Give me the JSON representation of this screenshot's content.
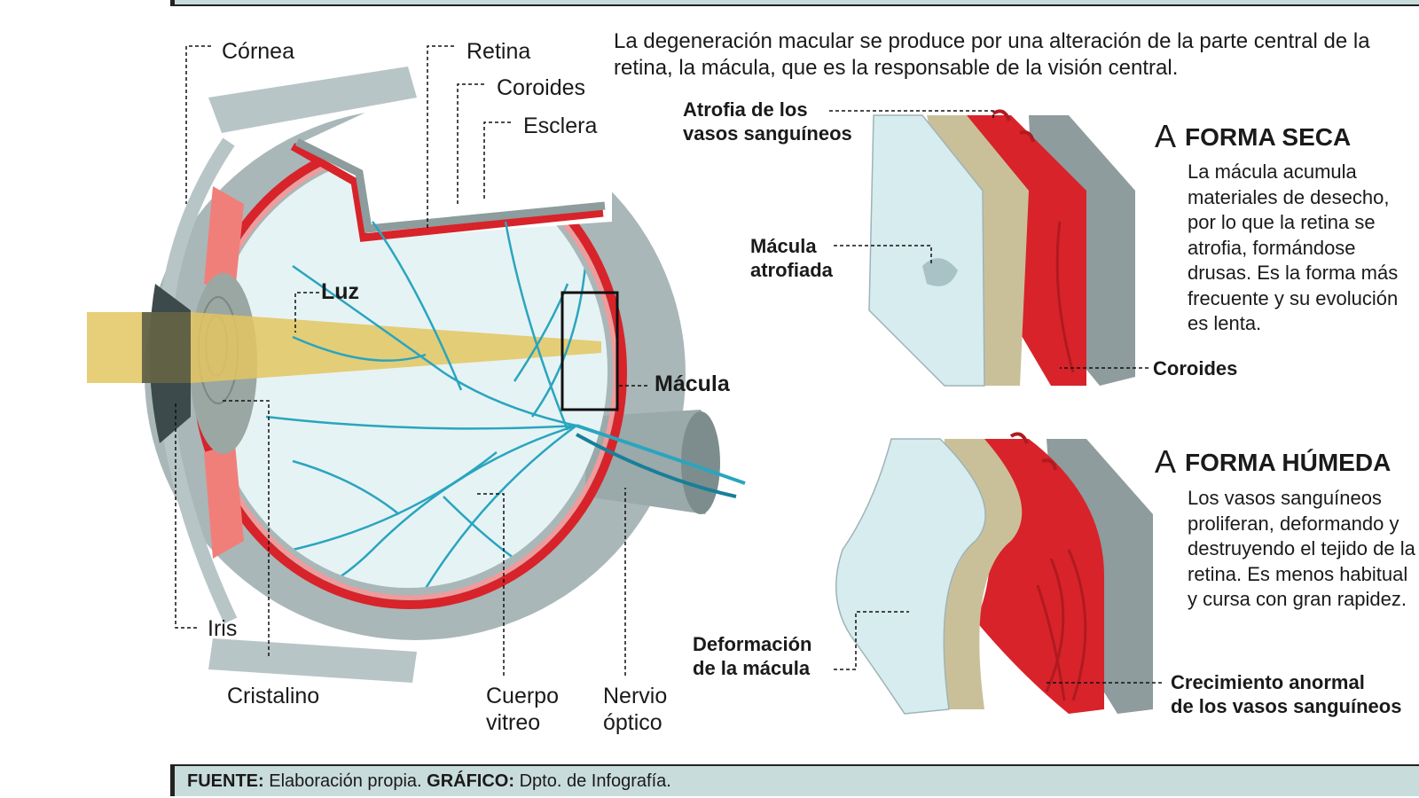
{
  "intro": "La degeneración macular se produce por una alteración de la parte central de la retina, la mácula, que es la responsable de la visión central.",
  "eye_labels": {
    "cornea": "Córnea",
    "retina": "Retina",
    "coroides": "Coroides",
    "esclera": "Esclera",
    "luz": "Luz",
    "macula": "Mácula",
    "iris": "Iris",
    "cristalino": "Cristalino",
    "cuerpo_vitreo_1": "Cuerpo",
    "cuerpo_vitreo_2": "vitreo",
    "nervio_1": "Nervio",
    "nervio_2": "óptico"
  },
  "dry": {
    "letter": "A",
    "title": "FORMA SECA",
    "description": "La mácula acumula materiales de desecho, por lo que la retina se atrofia, formándose drusas. Es la forma más frecuente y su evolución es lenta.",
    "label_vessels_1": "Atrofia de los",
    "label_vessels_2": "vasos sanguíneos",
    "label_macula_1": "Mácula",
    "label_macula_2": "atrofiada",
    "label_coroides": "Coroides"
  },
  "wet": {
    "letter": "A",
    "title": "FORMA HÚMEDA",
    "description": "Los vasos sanguíneos proliferan, deformando y destruyendo el tejido de la retina. Es menos habitual y cursa con gran rapidez.",
    "label_deform_1": "Deformación",
    "label_deform_2": "de la mácula",
    "label_growth_1": "Crecimiento anormal",
    "label_growth_2": "de los vasos sanguíneos"
  },
  "footer": {
    "source_key": "FUENTE:",
    "source_val": "Elaboración propia.",
    "graphic_key": "GRÁFICO:",
    "graphic_val": "Dpto. de Infografía."
  },
  "colors": {
    "sclera": "#a9b7b8",
    "vitreous": "#e6f3f4",
    "choroid": "#d8232a",
    "light_beam": "#e3c560",
    "vessel": "#29a5bf",
    "panel_bg": "#c9dcdc"
  }
}
